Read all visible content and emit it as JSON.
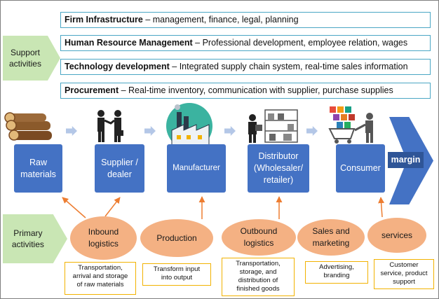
{
  "support": {
    "label_line1": "Support",
    "label_line2": "activities",
    "bars": [
      {
        "title": "Firm Infrastructure",
        "desc": " – management, finance, legal, planning"
      },
      {
        "title": "Human Resource Management",
        "desc": " – Professional development, employee relation, wages"
      },
      {
        "title": "Technology development",
        "desc": " – Integrated supply chain system, real-time sales information"
      },
      {
        "title": "Procurement",
        "desc": " – Real-time inventory, communication with supplier, purchase supplies"
      }
    ]
  },
  "chain": {
    "raw": {
      "line1": "Raw",
      "line2": "materials"
    },
    "supplier": {
      "line1": "Supplier /",
      "line2": "dealer"
    },
    "manufacturer": {
      "line1": "Manufacturer"
    },
    "distributor": {
      "line1": "Distributor",
      "line2": "(Wholesaler/",
      "line3": "retailer)"
    },
    "consumer": {
      "line1": "Consumer"
    },
    "margin": "margin"
  },
  "primary": {
    "label_line1": "Primary",
    "label_line2": "activities",
    "ellipses": {
      "inbound": {
        "line1": "Inbound",
        "line2": "logistics"
      },
      "production": {
        "line1": "Production"
      },
      "outbound": {
        "line1": "Outbound",
        "line2": "logistics"
      },
      "sales": {
        "line1": "Sales and",
        "line2": "marketing"
      },
      "services": {
        "line1": "services"
      }
    },
    "notes": {
      "inbound": {
        "l1": "Transportation,",
        "l2": "arrival and storage",
        "l3": "of raw materials"
      },
      "production": {
        "l1": "Transform input",
        "l2": "into output"
      },
      "outbound": {
        "l1": "Transportation,",
        "l2": "storage, and",
        "l3": "distribution of",
        "l4": "finished goods"
      },
      "sales": {
        "l1": "Advertising,",
        "l2": "branding"
      },
      "services": {
        "l1": "Customer",
        "l2": "service, product",
        "l3": "support"
      }
    }
  },
  "colors": {
    "bar_border": "#4aa6c4",
    "chevron": "#c9e6b4",
    "box": "#4472c4",
    "ellipse": "#f4b183",
    "note_border": "#f2b200",
    "arrow": "#ed7d31"
  }
}
